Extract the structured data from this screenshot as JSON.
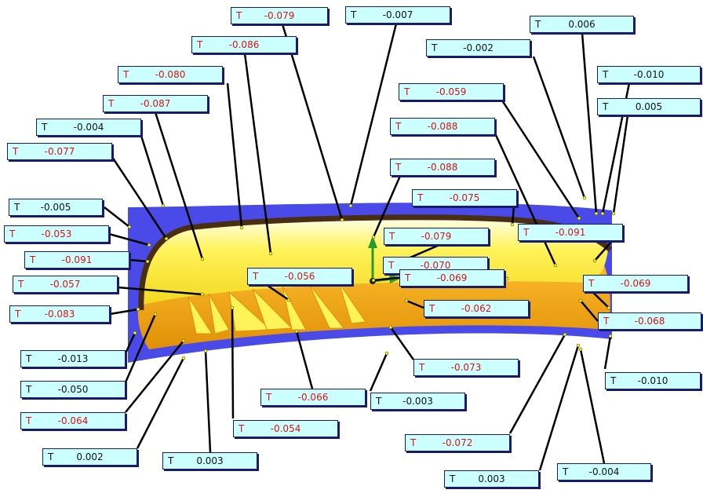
{
  "colors": {
    "background": "#ffffff",
    "base_plate": "#4a4ae8",
    "part_face": "#ffee33",
    "part_side": "#f0a010",
    "rim": "#4a2e12",
    "label_fill": "#ccffff",
    "label_border": "#1a1a6e",
    "out_of_tolerance_text": "#e01010",
    "in_tolerance_text": "#111111",
    "leader": "#000000"
  },
  "axis_triad": {
    "x_color": "#2a9a2a",
    "y_color": "#2a9a2a",
    "origin_color": "#222222"
  },
  "labels": [
    {
      "id": "l01",
      "prefix": "T",
      "value": "-0.079",
      "status": "red"
    },
    {
      "id": "l02",
      "prefix": "T",
      "value": "-0.007",
      "status": "black"
    },
    {
      "id": "l03",
      "prefix": "T",
      "value": "0.006",
      "status": "black"
    },
    {
      "id": "l04",
      "prefix": "T",
      "value": "-0.086",
      "status": "red"
    },
    {
      "id": "l05",
      "prefix": "T",
      "value": "-0.002",
      "status": "black"
    },
    {
      "id": "l06",
      "prefix": "T",
      "value": "-0.080",
      "status": "red"
    },
    {
      "id": "l07",
      "prefix": "T",
      "value": "-0.010",
      "status": "black"
    },
    {
      "id": "l08",
      "prefix": "T",
      "value": "-0.059",
      "status": "red"
    },
    {
      "id": "l09",
      "prefix": "T",
      "value": "-0.087",
      "status": "red"
    },
    {
      "id": "l10",
      "prefix": "T",
      "value": "0.005",
      "status": "black"
    },
    {
      "id": "l11",
      "prefix": "T",
      "value": "-0.004",
      "status": "black"
    },
    {
      "id": "l12",
      "prefix": "T",
      "value": "-0.088",
      "status": "red"
    },
    {
      "id": "l13",
      "prefix": "T",
      "value": "-0.077",
      "status": "red"
    },
    {
      "id": "l14",
      "prefix": "T",
      "value": "-0.088",
      "status": "red"
    },
    {
      "id": "l15",
      "prefix": "T",
      "value": "-0.075",
      "status": "red"
    },
    {
      "id": "l16",
      "prefix": "T",
      "value": "-0.005",
      "status": "black"
    },
    {
      "id": "l17",
      "prefix": "T",
      "value": "-0.053",
      "status": "red"
    },
    {
      "id": "l18",
      "prefix": "T",
      "value": "-0.091",
      "status": "red"
    },
    {
      "id": "l19",
      "prefix": "T",
      "value": "-0.079",
      "status": "red"
    },
    {
      "id": "l20",
      "prefix": "T",
      "value": "-0.091",
      "status": "red"
    },
    {
      "id": "l21",
      "prefix": "T",
      "value": "-0.070",
      "status": "red"
    },
    {
      "id": "l22",
      "prefix": "T",
      "value": "-0.056",
      "status": "red"
    },
    {
      "id": "l23",
      "prefix": "T",
      "value": "-0.069",
      "status": "red"
    },
    {
      "id": "l24",
      "prefix": "T",
      "value": "-0.057",
      "status": "red"
    },
    {
      "id": "l25",
      "prefix": "T",
      "value": "-0.069",
      "status": "red"
    },
    {
      "id": "l26",
      "prefix": "T",
      "value": "-0.083",
      "status": "red"
    },
    {
      "id": "l27",
      "prefix": "T",
      "value": "-0.062",
      "status": "red"
    },
    {
      "id": "l28",
      "prefix": "T",
      "value": "-0.068",
      "status": "red"
    },
    {
      "id": "l29",
      "prefix": "T",
      "value": "-0.013",
      "status": "black"
    },
    {
      "id": "l30",
      "prefix": "T",
      "value": "-0.073",
      "status": "red"
    },
    {
      "id": "l31",
      "prefix": "T",
      "value": "-0.010",
      "status": "black"
    },
    {
      "id": "l32",
      "prefix": "T",
      "value": "-0.050",
      "status": "black"
    },
    {
      "id": "l33",
      "prefix": "T",
      "value": "-0.066",
      "status": "red"
    },
    {
      "id": "l34",
      "prefix": "T",
      "value": "-0.003",
      "status": "black"
    },
    {
      "id": "l35",
      "prefix": "T",
      "value": "-0.064",
      "status": "red"
    },
    {
      "id": "l36",
      "prefix": "T",
      "value": "-0.054",
      "status": "red"
    },
    {
      "id": "l37",
      "prefix": "T",
      "value": "-0.072",
      "status": "red"
    },
    {
      "id": "l38",
      "prefix": "T",
      "value": "0.002",
      "status": "black"
    },
    {
      "id": "l39",
      "prefix": "T",
      "value": "0.003",
      "status": "black"
    },
    {
      "id": "l40",
      "prefix": "T",
      "value": "0.003",
      "status": "black"
    },
    {
      "id": "l41",
      "prefix": "T",
      "value": "-0.004",
      "status": "black"
    }
  ]
}
